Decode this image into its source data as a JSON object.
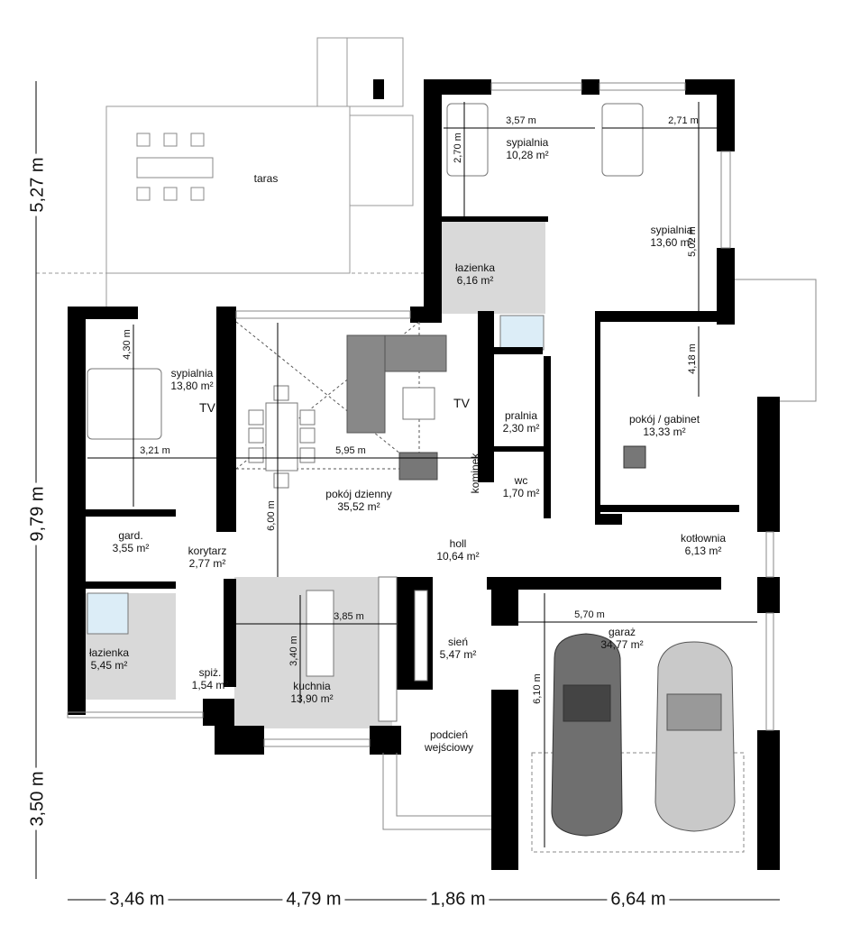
{
  "rooms": [
    {
      "name": "taras",
      "area": ""
    },
    {
      "name": "sypialnia",
      "area": "10,28 m²"
    },
    {
      "name": "sypialnia",
      "area": "13,60 m²"
    },
    {
      "name": "łazienka",
      "area": "6,16 m²"
    },
    {
      "name": "sypialnia",
      "area": "13,80 m²"
    },
    {
      "name": "pokój dzienny",
      "area": "35,52 m²"
    },
    {
      "name": "pralnia",
      "area": "2,30 m²"
    },
    {
      "name": "pokój / gabinet",
      "area": "13,33 m²"
    },
    {
      "name": "wc",
      "area": "1,70 m²"
    },
    {
      "name": "gard.",
      "area": "3,55 m²"
    },
    {
      "name": "korytarz",
      "area": "2,77 m²"
    },
    {
      "name": "holl",
      "area": "10,64 m²"
    },
    {
      "name": "kotłownia",
      "area": "6,13 m²"
    },
    {
      "name": "garaż",
      "area": "34,77 m²"
    },
    {
      "name": "sień",
      "area": "5,47 m²"
    },
    {
      "name": "łazienka",
      "area": "5,45 m²"
    },
    {
      "name": "spiż.",
      "area": "1,54 m²"
    },
    {
      "name": "kuchnia",
      "area": "13,90 m²"
    },
    {
      "name": "podcień",
      "area": "wejściowy"
    }
  ],
  "inner_dims": [
    "3,57 m",
    "2,71 m",
    "2,70 m",
    "5,02 m",
    "4,18 m",
    "4,30 m",
    "3,21 m",
    "5,95 m",
    "6,00 m",
    "3,85 m",
    "3,40 m",
    "5,70 m",
    "6,10 m"
  ],
  "annotations": {
    "tv": "TV",
    "fireplace": "kominek"
  },
  "outer_dims": {
    "vertical": [
      "5,27 m",
      "9,79 m",
      "3,50 m"
    ],
    "horizontal": [
      "3,46 m",
      "4,79 m",
      "1,86 m",
      "6,64 m"
    ]
  },
  "colors": {
    "wall": "#000000",
    "wet_room": "#d9d9d9",
    "furniture": "#7a7a7a",
    "shower": "#dcedf7"
  }
}
